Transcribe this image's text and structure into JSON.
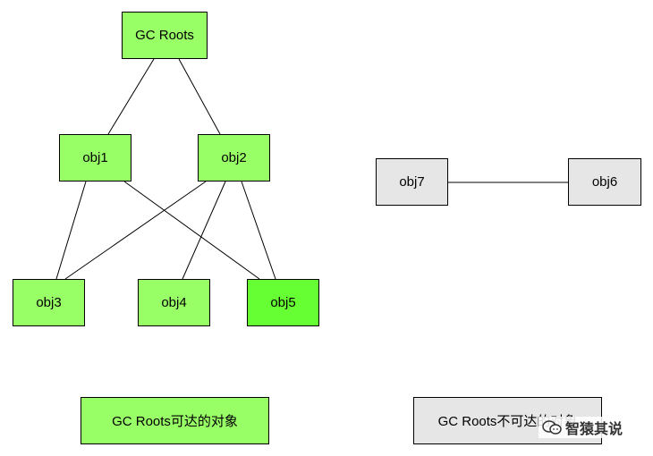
{
  "nodes": {
    "gc_roots": "GC Roots",
    "obj1": "obj1",
    "obj2": "obj2",
    "obj3": "obj3",
    "obj4": "obj4",
    "obj5": "obj5",
    "obj6": "obj6",
    "obj7": "obj7"
  },
  "legend": {
    "reachable": "GC Roots可达的对象",
    "unreachable": "GC Roots不可达的对象"
  },
  "watermark": "智猿其说",
  "colors": {
    "reachable": "#99ff66",
    "reachable_highlight": "#66ff33",
    "unreachable": "#e6e6e6"
  }
}
